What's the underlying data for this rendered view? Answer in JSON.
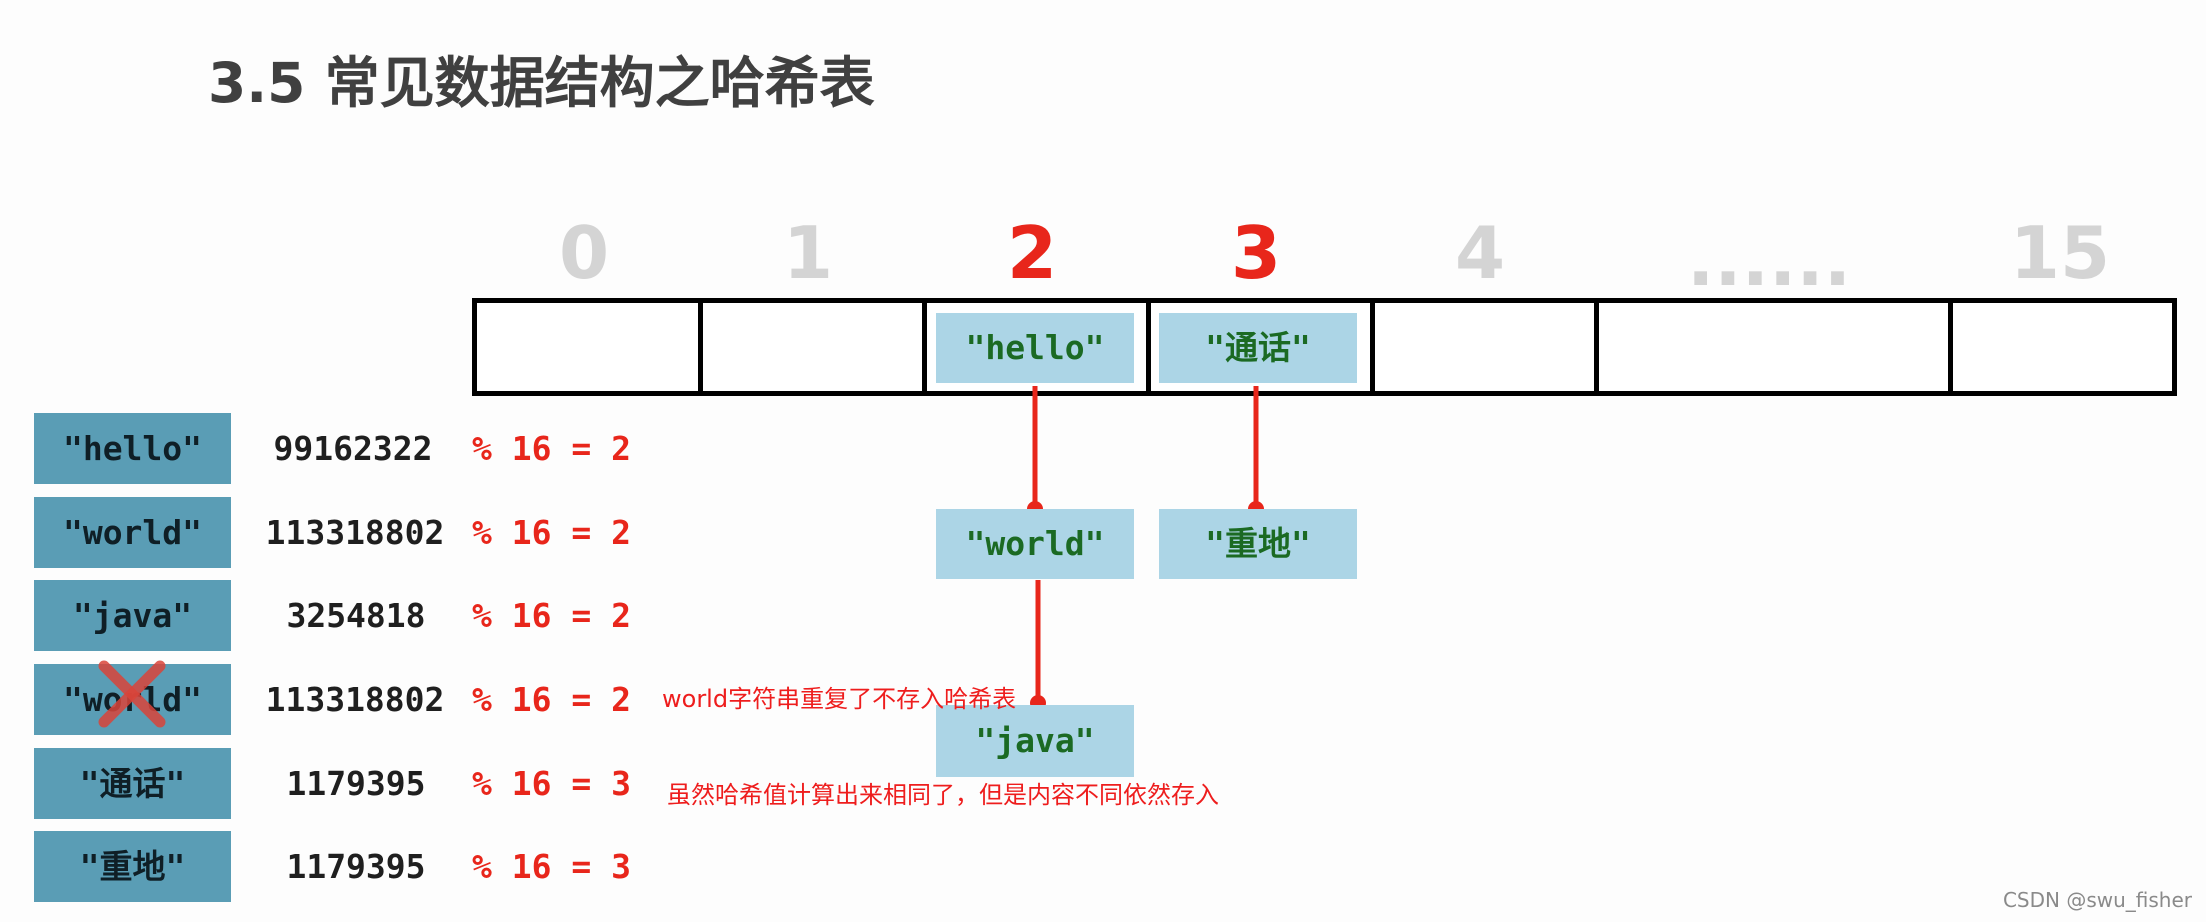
{
  "title": "3.5 常见数据结构之哈希表",
  "indices": [
    "0",
    "1",
    "2",
    "3",
    "4",
    "......",
    "15"
  ],
  "buckets": {
    "b2_head": "\"hello\"",
    "b3_head": "\"通话\"",
    "b2_node2": "\"world\"",
    "b3_node2": "\"重地\"",
    "b2_node3": "\"java\""
  },
  "rows": [
    {
      "key": "\"hello\"",
      "hash": "99162322",
      "mod": "% 16 = 2"
    },
    {
      "key": "\"world\"",
      "hash": "113318802",
      "mod": "% 16 = 2"
    },
    {
      "key": "\"java\"",
      "hash": "3254818",
      "mod": "% 16 = 2"
    },
    {
      "key": "\"world\"",
      "hash": "113318802",
      "mod": "% 16 = 2"
    },
    {
      "key": "\"通话\"",
      "hash": "1179395",
      "mod": "% 16 = 3"
    },
    {
      "key": "\"重地\"",
      "hash": "1179395",
      "mod": "% 16 = 3"
    }
  ],
  "notes": {
    "duplicate": "world字符串重复了不存入哈希表",
    "collision": "虽然哈希值计算出来相同了，但是内容不同依然存入"
  },
  "watermark": "CSDN @swu_fisher",
  "colors": {
    "accent": "#e8261b",
    "key_bg": "#5a9db5",
    "node_bg": "#acd5e6",
    "node_text": "#1b6a23",
    "index_muted": "#d4d4d4"
  }
}
